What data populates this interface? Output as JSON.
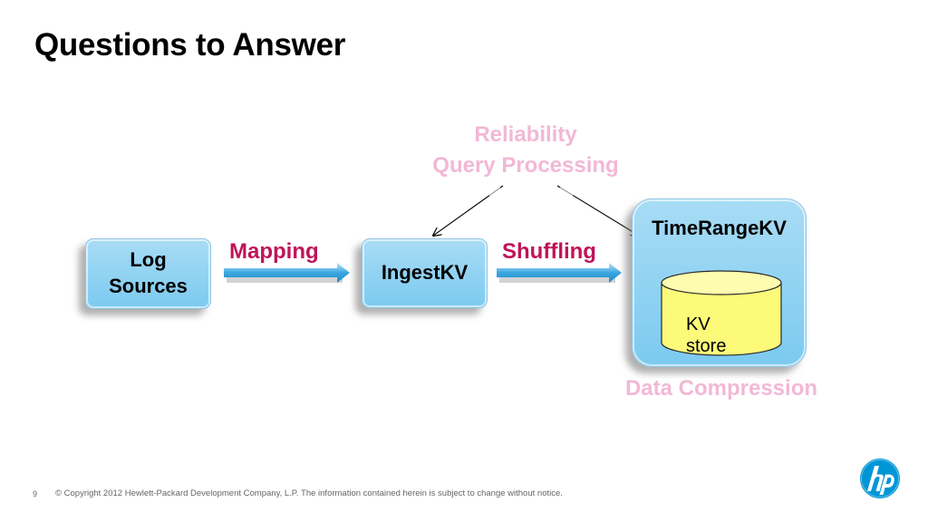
{
  "slide": {
    "title": "Questions to Answer",
    "page_number": "9",
    "copyright": "© Copyright 2012 Hewlett-Packard Development Company, L.P.  The information contained herein is subject to change without notice."
  },
  "diagram": {
    "nodes": {
      "log_sources": "Log Sources",
      "ingest_kv": "IngestKV",
      "time_range_kv": "TimeRangeKV",
      "kv_store": "KV store"
    },
    "edges": {
      "mapping": "Mapping",
      "shuffling": "Shuffling"
    },
    "concerns": {
      "reliability": "Reliability",
      "query_processing": "Query Processing",
      "data_compression": "Data Compression"
    }
  },
  "colors": {
    "box_fill": "#8fd0f2",
    "edge_label": "#c0135a",
    "concern_label": "#f2b8d6",
    "cylinder_fill": "#fdfa7a",
    "arrow": "#3aa7e0",
    "hp_blue": "#0096d6"
  },
  "icons": {
    "logo": "hp-logo-icon"
  }
}
